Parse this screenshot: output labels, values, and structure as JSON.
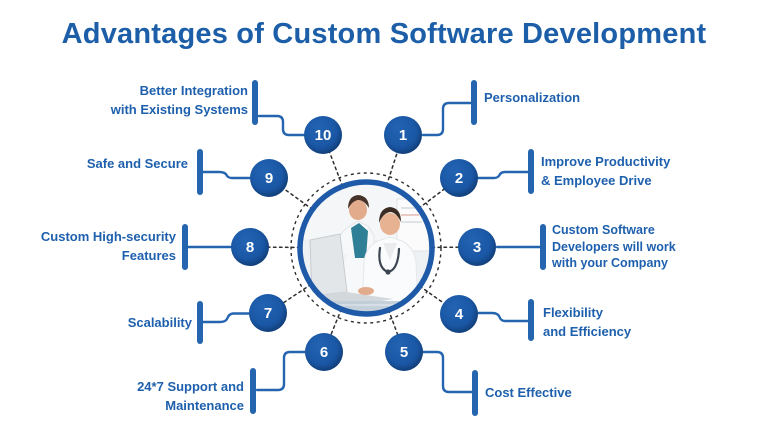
{
  "title": "Advantages of Custom Software Development",
  "items": [
    {
      "number": "1",
      "label": "Personalization"
    },
    {
      "number": "2",
      "label": "Improve Productivity\n& Employee Drive"
    },
    {
      "number": "3",
      "label": "Custom Software\nDevelopers will work\nwith your Company"
    },
    {
      "number": "4",
      "label": "Flexibility\nand Efficiency"
    },
    {
      "number": "5",
      "label": "Cost Effective"
    },
    {
      "number": "6",
      "label": "24*7 Support and\nMaintenance"
    },
    {
      "number": "7",
      "label": "Scalability"
    },
    {
      "number": "8",
      "label": "Custom High-security\nFeatures"
    },
    {
      "number": "9",
      "label": "Safe and Secure"
    },
    {
      "number": "10",
      "label": "Better Integration\nwith Existing Systems"
    }
  ],
  "center_image": {
    "name": "doctors-with-laptop-photo"
  },
  "colors": {
    "title_blue": "#1c5ea7",
    "label_blue": "#1e60ad",
    "circle_blue": "#1a57a5",
    "connector_blue": "#2565b0",
    "dotted_gray": "#2e2e2e"
  }
}
